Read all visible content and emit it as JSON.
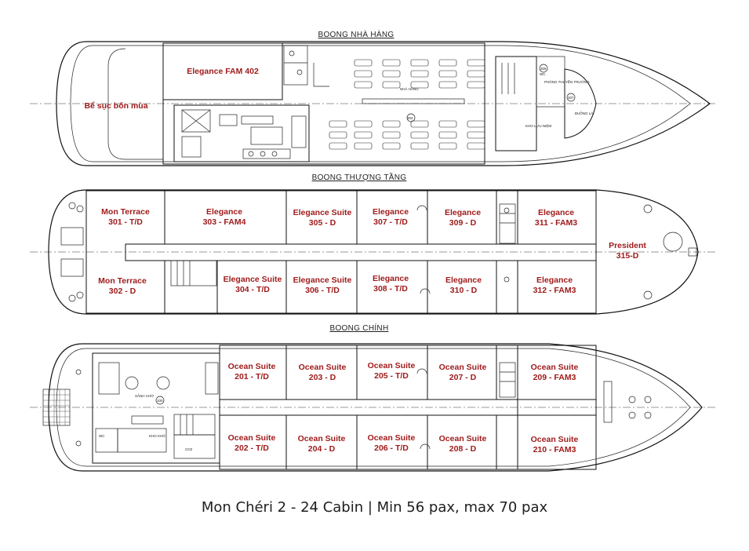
{
  "decks": [
    {
      "title": "BOONG NHÀ HÀNG",
      "labels": {
        "fam402": "Elegance FAM 402",
        "pool": "Bể sục bốn mùa",
        "restaurant": "NHÀ HÀNG",
        "wc": "WC",
        "captain_room": "PHÒNG THUYỀN TRƯỞNG",
        "wheelhouse": "BUỒNG LÁI",
        "store": "KHO LƯU NIỆM",
        "rm304": "304",
        "rm305": "305",
        "rm307": "307"
      }
    },
    {
      "title": "BOONG THƯỢNG TẦNG",
      "cabins": {
        "c301": [
          "Mon Terrace",
          "301 - T/D"
        ],
        "c302": [
          "Mon Terrace",
          "302 - D"
        ],
        "c303": [
          "Elegance",
          "303 - FAM4"
        ],
        "c304": [
          "Elegance Suite",
          "304 - T/D"
        ],
        "c305": [
          "Elegance Suite",
          "305 - D"
        ],
        "c306": [
          "Elegance Suite",
          "306 - T/D"
        ],
        "c307": [
          "Elegance",
          "307 - T/D"
        ],
        "c308": [
          "Elegance",
          "308 - T/D"
        ],
        "c309": [
          "Elegance",
          "309 - D"
        ],
        "c310": [
          "Elegance",
          "310 - D"
        ],
        "c311": [
          "Elegance",
          "311 - FAM3"
        ],
        "c312": [
          "Elegance",
          "312 - FAM3"
        ],
        "c315": [
          "President",
          "315-D"
        ]
      }
    },
    {
      "title": "BOONG CHÍNH",
      "labels": {
        "lobby": "SẢNH CHỜ",
        "wc": "WC",
        "store": "KHO KHÔ",
        "co2": "CO2",
        "lobby_no": "100"
      },
      "cabins": {
        "c201": [
          "Ocean Suite",
          "201 - T/D"
        ],
        "c202": [
          "Ocean Suite",
          "202 - T/D"
        ],
        "c203": [
          "Ocean Suite",
          "203 - D"
        ],
        "c204": [
          "Ocean Suite",
          "204 - D"
        ],
        "c205": [
          "Ocean Suite",
          "205 - T/D"
        ],
        "c206": [
          "Ocean Suite",
          "206 - T/D"
        ],
        "c207": [
          "Ocean Suite",
          "207 - D"
        ],
        "c208": [
          "Ocean Suite",
          "208 - D"
        ],
        "c209": [
          "Ocean Suite",
          "209 - FAM3"
        ],
        "c210": [
          "Ocean Suite",
          "210 - FAM3"
        ]
      }
    }
  ],
  "caption": "Mon Chéri 2  -  24 Cabin | Min 56 pax, max 70 pax",
  "colors": {
    "cabin_text": "#a01c1c",
    "lines": "#111111"
  }
}
